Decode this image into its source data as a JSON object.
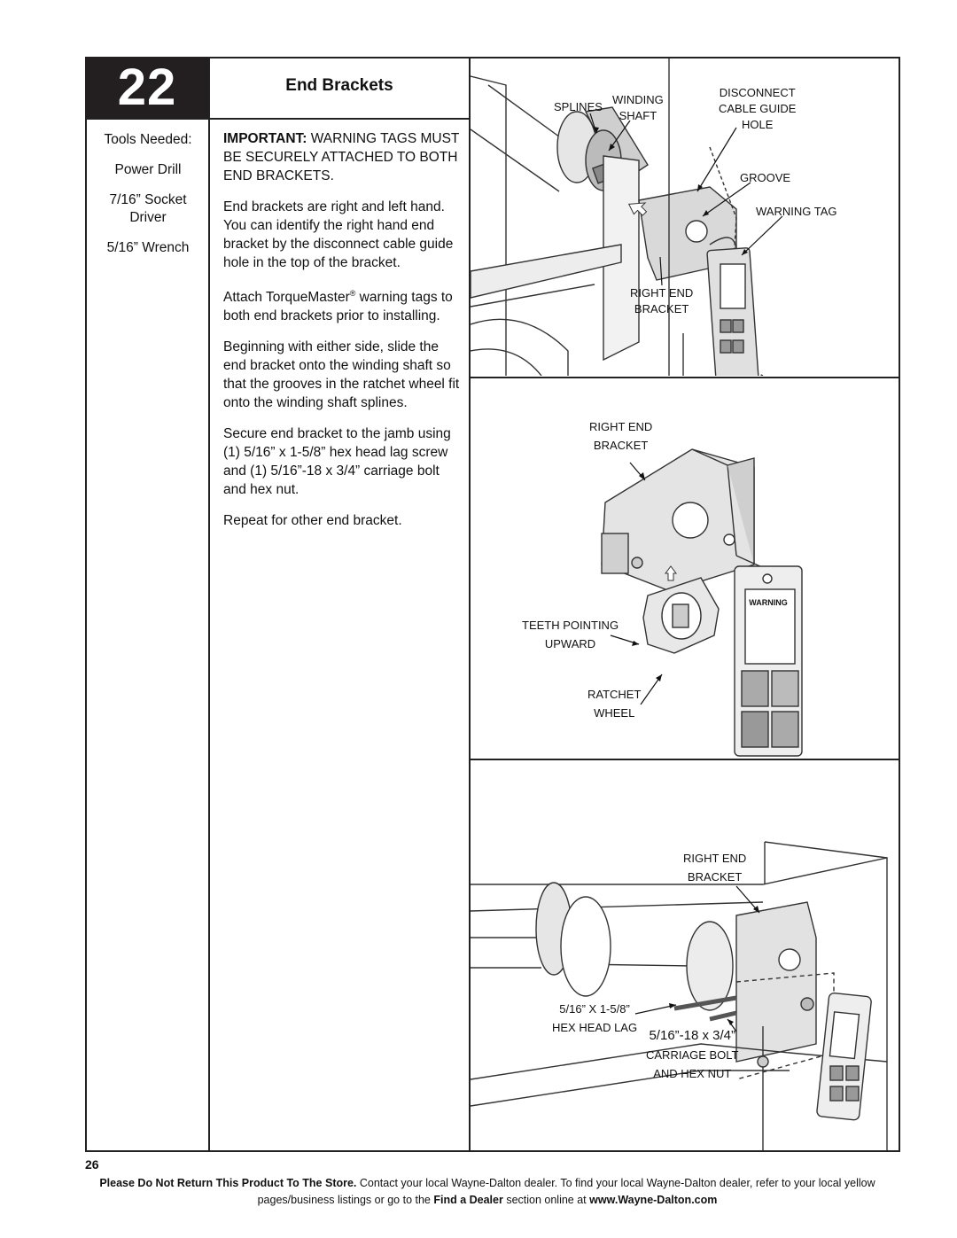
{
  "step": {
    "number": "22",
    "title": "End Brackets"
  },
  "tools": {
    "heading": "Tools Needed:",
    "items": [
      "Power Drill",
      "7/16” Socket Driver",
      "5/16” Wrench"
    ]
  },
  "instructions": {
    "important_bold": "IMPORTANT:",
    "important_rest": " WARNING TAGS MUST BE SECURELY ATTACHED TO BOTH END BRACKETS.",
    "p1": "End brackets are right and left hand. You can identify the right hand end bracket by the disconnect cable guide hole in the top of the bracket.",
    "p2_a": "Attach TorqueMaster",
    "p2_reg": "®",
    "p2_b": " warning tags to both end brackets prior to installing.",
    "p3": "Beginning with either side, slide the end bracket onto the winding shaft so that the grooves in the ratchet wheel fit onto the winding shaft splines.",
    "p4": "Secure end bracket to the jamb using (1) 5/16” x 1-5/8” hex head lag screw and (1) 5/16”-18 x 3/4” carriage bolt and hex nut.",
    "p5": "Repeat for other end bracket."
  },
  "figure1": {
    "splines": "SPLINES",
    "winding_shaft_1": "WINDING",
    "winding_shaft_2": "SHAFT",
    "disconnect_1": "DISCONNECT",
    "disconnect_2": "CABLE GUIDE",
    "disconnect_3": "HOLE",
    "groove": "GROOVE",
    "warning_tag": "WARNING TAG",
    "right_end_1": "RIGHT END",
    "right_end_2": "BRACKET"
  },
  "figure2": {
    "right_end_1": "RIGHT END",
    "right_end_2": "BRACKET",
    "teeth_1": "TEETH POINTING",
    "teeth_2": "UPWARD",
    "ratchet_1": "RATCHET",
    "ratchet_2": "WHEEL",
    "tag_text": "WARNING"
  },
  "figure3": {
    "right_end_1": "RIGHT END",
    "right_end_2": "BRACKET",
    "lag_1": "5/16” X 1-5/8”",
    "lag_2": "HEX HEAD LAG",
    "bolt_1": "5/16”-18 x 3/4”",
    "bolt_2": "CARRIAGE BOLT",
    "bolt_3": "AND HEX NUT"
  },
  "footer": {
    "page_number": "26",
    "bold_lead": "Please Do Not Return This Product To The Store.",
    "text_1": " Contact your local Wayne-Dalton dealer. To find your local Wayne-Dalton dealer, refer to your local yellow pages/business listings or go to the ",
    "bold_dealer": "Find a Dealer",
    "text_2": " section online at ",
    "bold_url": "www.Wayne-Dalton.com"
  }
}
